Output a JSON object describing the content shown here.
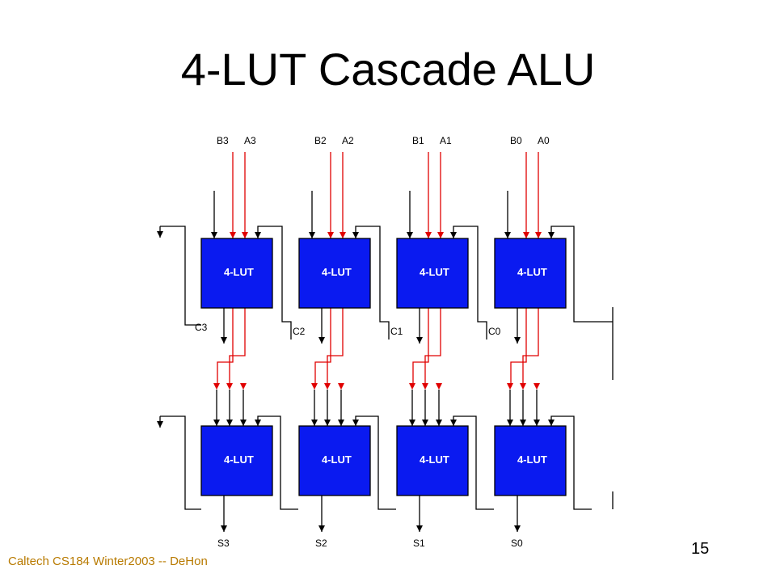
{
  "slide": {
    "title": "4-LUT Cascade ALU",
    "footer": "Caltech CS184 Winter2003 -- DeHon",
    "page_number": "15"
  },
  "diagram": {
    "lut_label": "4-LUT",
    "input_labels": [
      [
        "B3",
        "A3"
      ],
      [
        "B2",
        "A2"
      ],
      [
        "B1",
        "A1"
      ],
      [
        "B0",
        "A0"
      ]
    ],
    "carry_labels": [
      "C3",
      "C2",
      "C1",
      "C0"
    ],
    "sum_labels": [
      "S3",
      "S2",
      "S1",
      "S0"
    ],
    "colors": {
      "lut_fill": "#0a1af0",
      "wire_red": "#e00000",
      "wire_black": "#000000"
    }
  }
}
